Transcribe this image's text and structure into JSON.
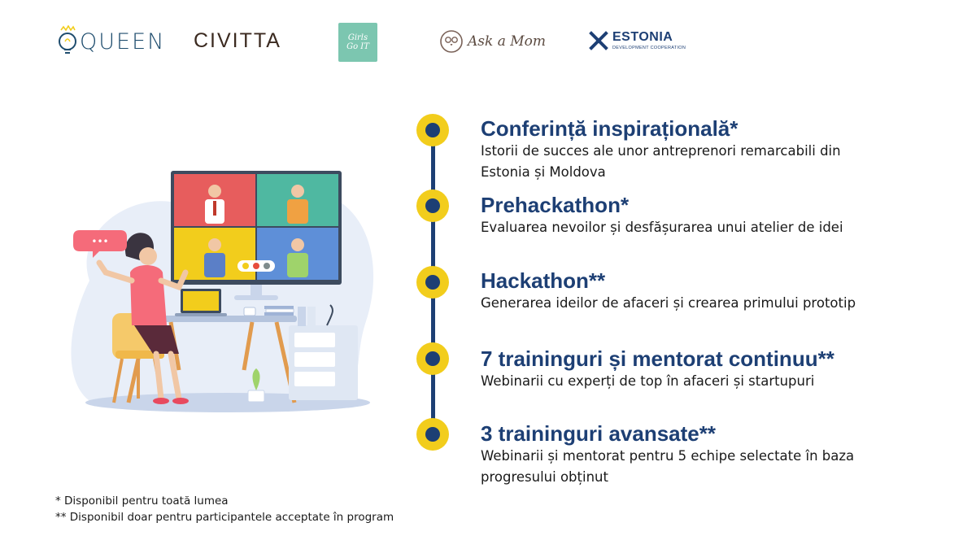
{
  "logos": {
    "queen": "QUEEN",
    "civitta": "CIVITTA",
    "girls_go_it": [
      "Girls",
      "Go IT"
    ],
    "ask_a_mom": "Ask a Mom",
    "estonia": "ESTONIA",
    "estonia_sub": "DEVELOPMENT COOPERATION"
  },
  "illustration": {
    "speech_bubble": "•••"
  },
  "colors": {
    "navy": "#1d3f74",
    "yellow": "#f2cd1c",
    "teal": "#7cc6b0"
  },
  "timeline": [
    {
      "title": "Conferință inspirațională*",
      "desc": "Istorii de succes ale unor antreprenori remarcabili din Estonia și Moldova"
    },
    {
      "title": "Prehackathon*",
      "desc": "Evaluarea nevoilor și desfășurarea unui atelier de idei"
    },
    {
      "title": "Hackathon**",
      "desc": "Generarea ideilor de afaceri și crearea primului prototip"
    },
    {
      "title": "7 traininguri și mentorat continuu**",
      "desc": "Webinarii cu experți de top în afaceri și startupuri"
    },
    {
      "title": "3 traininguri avansate**",
      "desc": "Webinarii și mentorat pentru 5 echipe selectate în baza progresului obținut"
    }
  ],
  "footnotes": [
    "*  Disponibil pentru toată lumea",
    "** Disponibil doar pentru participantele acceptate în program"
  ]
}
